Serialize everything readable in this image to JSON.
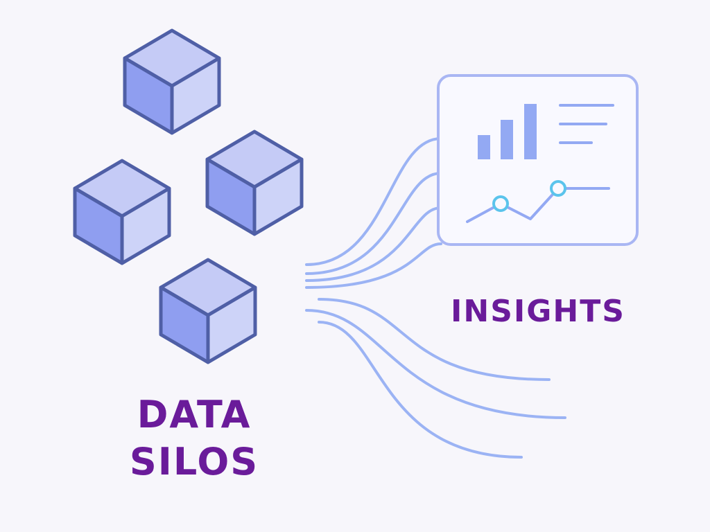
{
  "labels": {
    "silos_line1": "DATA",
    "silos_line2": "SILOS",
    "insights": "INSIGHTS"
  },
  "colors": {
    "background": "#f7f6fb",
    "label_text": "#6a1b9a",
    "cube_top": "#c5cbf6",
    "cube_left": "#8f9ef0",
    "cube_right": "#cdd3f8",
    "cube_stroke": "#4f5fa6",
    "stream_line": "#9bb3f4",
    "dashboard_border": "#a9b6f3",
    "dashboard_fill": "#f9f9ff",
    "chart_bar": "#93a9f3",
    "trend_marker": "#5bc4ec"
  },
  "icons": [
    "data-cube-icon",
    "dashboard-panel-icon",
    "bar-chart-icon",
    "trend-line-icon"
  ]
}
